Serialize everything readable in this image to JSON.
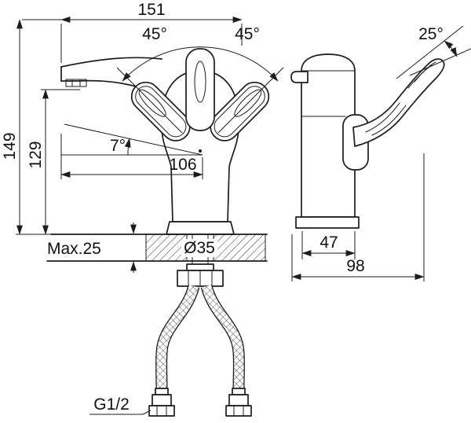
{
  "drawing": {
    "dims": {
      "width_top": "151",
      "angle_left": "45°",
      "angle_right": "45°",
      "angle_side": "25°",
      "height_total": "149",
      "height_spout": "129",
      "spout_angle": "7°",
      "spout_reach": "106",
      "max_thickness": "Max.25",
      "hole_diameter": "Ø35",
      "body_depth": "47",
      "total_depth": "98",
      "thread": "G1/2"
    },
    "colors": {
      "line": "#1c1c1c",
      "background": "#ffffff"
    }
  }
}
